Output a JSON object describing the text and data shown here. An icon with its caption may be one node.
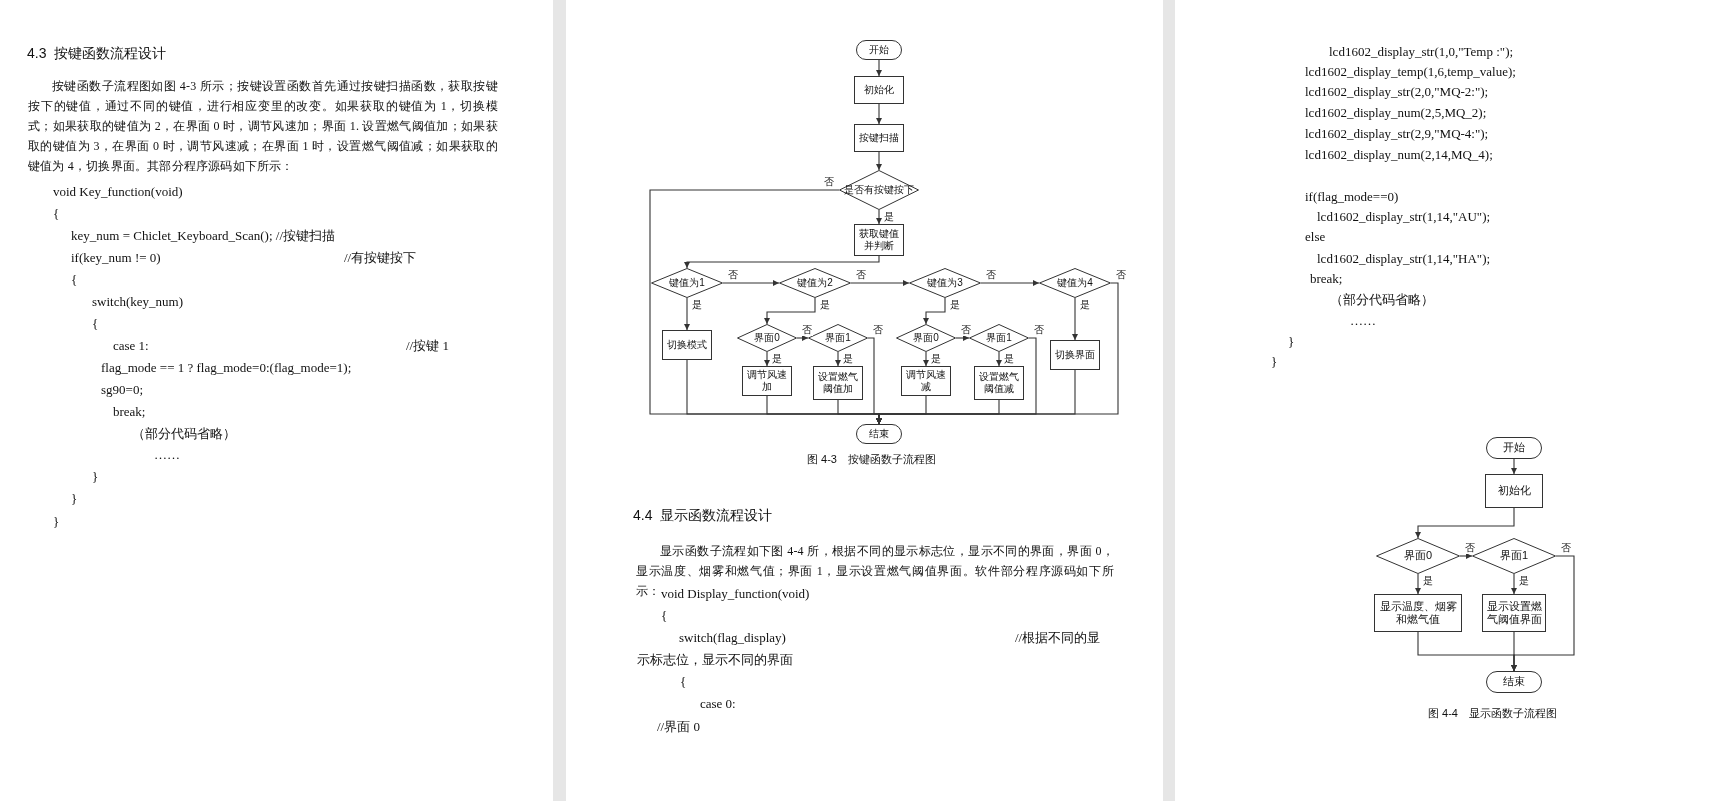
{
  "diagram": {
    "nodes": [
      {
        "text": [
          "开始"
        ]
      },
      {
        "text": [
          "初始化"
        ]
      },
      {
        "text": [
          "按键扫描"
        ]
      },
      {
        "text": [
          "是否有按键按下"
        ]
      },
      {
        "text": [
          "获取键值并判断"
        ]
      },
      {
        "text": [
          "键值为1"
        ]
      },
      {
        "text": [
          "键值为2"
        ]
      },
      {
        "text": [
          "键值为3"
        ]
      },
      {
        "text": [
          "键值为4"
        ]
      },
      {
        "text": [
          "切换模式"
        ]
      },
      {
        "text": [
          "界面0"
        ]
      },
      {
        "text": [
          "界面1"
        ]
      },
      {
        "text": [
          "界面0"
        ]
      },
      {
        "text": [
          "界面1"
        ]
      },
      {
        "text": [
          "切换界面"
        ]
      },
      {
        "text": [
          "调节风速加"
        ]
      },
      {
        "text": [
          "设置燃气阈值加"
        ]
      },
      {
        "text": [
          "调节风速减"
        ]
      },
      {
        "text": [
          "设置燃气阈值减"
        ]
      },
      {
        "text": [
          "结束"
        ]
      },
      {
        "text": [
          "开始"
        ]
      },
      {
        "text": [
          "初始化"
        ]
      },
      {
        "text": [
          "界面0"
        ]
      },
      {
        "text": [
          "界面1"
        ]
      },
      {
        "text": [
          "显示温度、烟雾和燃气值"
        ]
      },
      {
        "text": [
          "显示设置燃气阈值界面"
        ]
      },
      {
        "text": [
          "结束"
        ]
      }
    ],
    "edges": [
      {
        "from": 0,
        "to": 1,
        "arrow": "to"
      },
      {
        "from": 1,
        "to": 2,
        "arrow": "to"
      },
      {
        "from": 2,
        "to": 3,
        "arrow": "to"
      },
      {
        "from": 3,
        "to": 4,
        "arrow": "to",
        "label": "是"
      },
      {
        "from": 3,
        "to": 19,
        "arrow": "to",
        "label": "否"
      },
      {
        "from": 4,
        "to": 5,
        "arrow": "to"
      },
      {
        "from": 5,
        "to": 6,
        "arrow": "to",
        "label": "否"
      },
      {
        "from": 5,
        "to": 9,
        "arrow": "to",
        "label": "是"
      },
      {
        "from": 6,
        "to": 10,
        "arrow": "to",
        "label": "是"
      },
      {
        "from": 10,
        "to": 11,
        "arrow": "to",
        "label": "否"
      },
      {
        "from": 10,
        "to": 15,
        "arrow": "to",
        "label": "是"
      },
      {
        "from": 11,
        "to": 16,
        "arrow": "to",
        "label": "是"
      },
      {
        "from": 11,
        "to": 19,
        "arrow": "to",
        "label": "否"
      },
      {
        "from": 6,
        "to": 7,
        "arrow": "to",
        "label": "否"
      },
      {
        "from": 7,
        "to": 12,
        "arrow": "to",
        "label": "是"
      },
      {
        "from": 12,
        "to": 13,
        "arrow": "to",
        "label": "否"
      },
      {
        "from": 12,
        "to": 17,
        "arrow": "to",
        "label": "是"
      },
      {
        "from": 13,
        "to": 18,
        "arrow": "to",
        "label": "是"
      },
      {
        "from": 13,
        "to": 19,
        "arrow": "to",
        "label": "否"
      },
      {
        "from": 7,
        "to": 8,
        "arrow": "to",
        "label": "否"
      },
      {
        "from": 8,
        "to": 14,
        "arrow": "to",
        "label": "是"
      },
      {
        "from": 8,
        "to": 19,
        "arrow": "to",
        "label": "否"
      },
      {
        "from": 9,
        "to": 19,
        "arrow": "to"
      },
      {
        "from": 15,
        "to": 19,
        "arrow": "to"
      },
      {
        "from": 16,
        "to": 19,
        "arrow": "to"
      },
      {
        "from": 17,
        "to": 19,
        "arrow": "to"
      },
      {
        "from": 18,
        "to": 19,
        "arrow": "to"
      },
      {
        "from": 14,
        "to": 19,
        "arrow": "to"
      },
      {
        "from": 20,
        "to": 21,
        "arrow": "to"
      },
      {
        "from": 21,
        "to": 22,
        "arrow": "to"
      },
      {
        "from": 22,
        "to": 23,
        "arrow": "to",
        "label": "否"
      },
      {
        "from": 22,
        "to": 24,
        "arrow": "to",
        "label": "是"
      },
      {
        "from": 23,
        "to": 25,
        "arrow": "to",
        "label": "是"
      },
      {
        "from": 23,
        "to": 26,
        "arrow": "to",
        "label": "否"
      },
      {
        "from": 24,
        "to": 26,
        "arrow": "to"
      },
      {
        "from": 25,
        "to": 26,
        "arrow": "to"
      }
    ],
    "labels": [
      "4.3  按键函数流程设计",
      "按键函数子流程图如图 4-3 所示；按键设置函数首先通过按键扫描函数，获取按键按下的键值，通过不同的键值，进行相应变里的改变。如果获取的键值为 1，切换模式；如果获取的键值为 2，在界面 0 时，调节风速加；界面 1. 设置燃气阈值加；如果获取的键值为 3，在界面 0 时，调节风速减；在界面 1 时，设置燃气阈值减；如果获取的键值为 4，切换界面。其部分程序源码如下所示：",
      "void Key_function(void)",
      "{",
      "key_num = Chiclet_Keyboard_Scan(); //按键扫描",
      "if(key_num != 0)",
      "//有按键按下",
      "{",
      "switch(key_num)",
      "{",
      "case 1:",
      "//按键 1",
      "flag_mode == 1 ? flag_mode=0:(flag_mode=1);",
      "sg90=0;",
      "break;",
      "（部分代码省略）",
      "……",
      "}",
      "}",
      "}",
      "图 4-3　按键函数子流程图",
      "4.4  显示函数流程设计",
      "显示函数子流程如下图 4-4 所，根据不同的显示标志位，显示不同的界面，界面 0，显示温度、烟雾和燃气值；界面 1，显示设置燃气阈值界面。软件部分程序源码如下所示：",
      "void Display_function(void)",
      "{",
      "switch(flag_display)",
      "//根据不同的显",
      "示标志位，显示不同的界面",
      "{",
      "case 0:",
      "//界面 0",
      "lcd1602_display_str(1,0,\"Temp :\");",
      "lcd1602_display_temp(1,6,temp_value);",
      "lcd1602_display_str(2,0,\"MQ-2:\");",
      "lcd1602_display_num(2,5,MQ_2);",
      "lcd1602_display_str(2,9,\"MQ-4:\");",
      "lcd1602_display_num(2,14,MQ_4);",
      "if(flag_mode==0)",
      "lcd1602_display_str(1,14,\"AU\");",
      "else",
      "lcd1602_display_str(1,14,\"HA\");",
      "break;",
      "（部分代码省略）",
      "……",
      "}",
      "}",
      "图 4-4　显示函数子流程图"
    ]
  }
}
